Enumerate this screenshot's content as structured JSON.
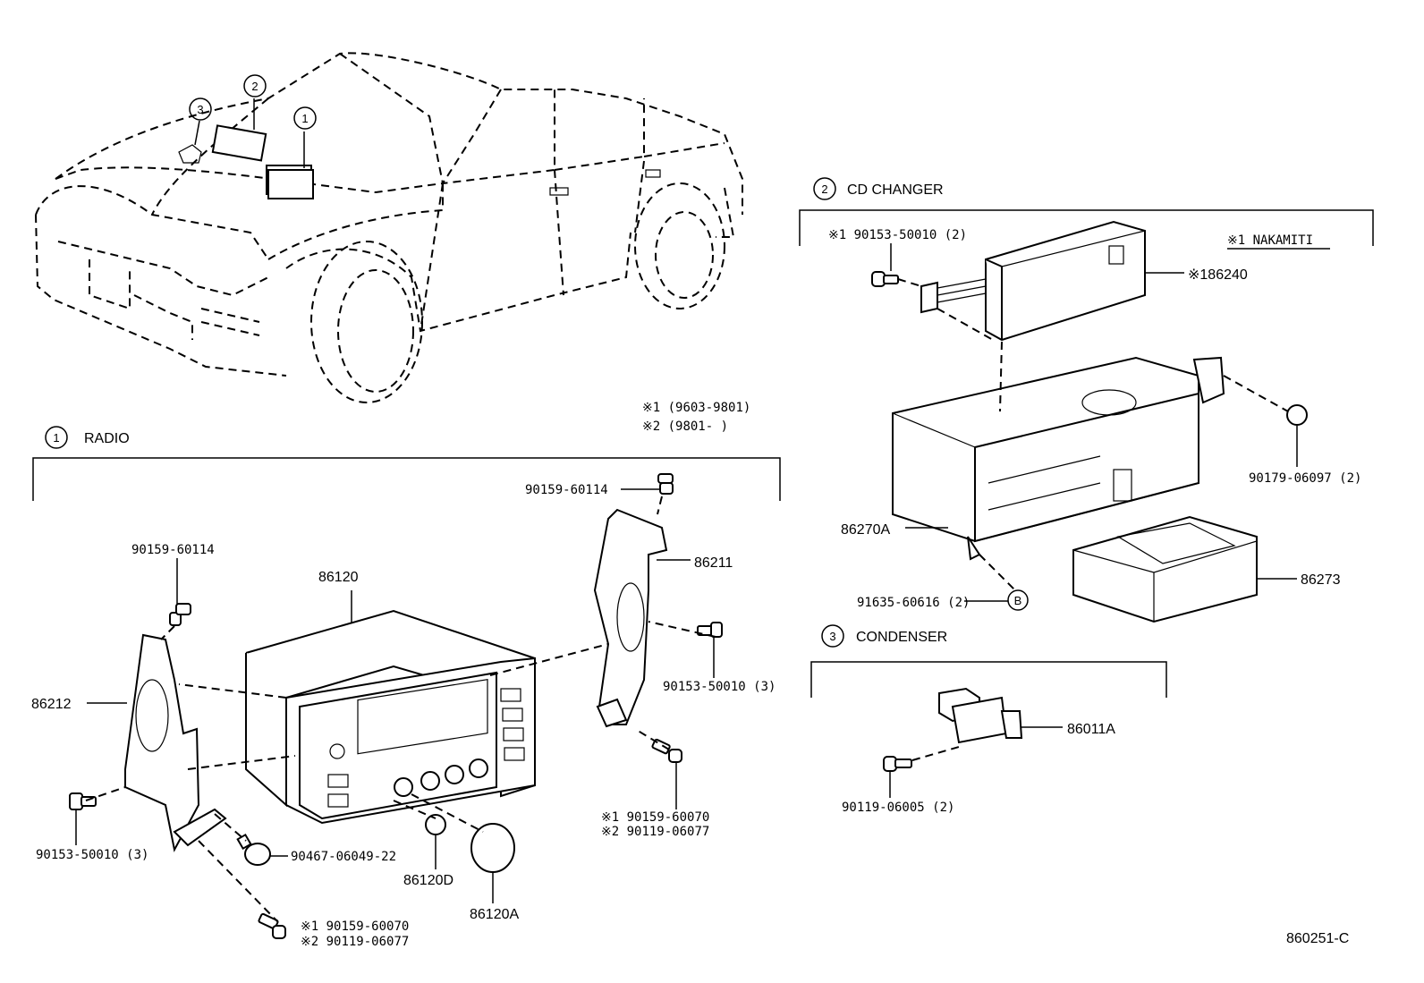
{
  "car": {
    "callouts": [
      "1",
      "2",
      "3"
    ]
  },
  "radio": {
    "number": "1",
    "title": "RADIO",
    "notes": [
      "※1 (9603-9801)",
      "※2 (9801-      )"
    ],
    "labels": {
      "bolt_top_right": "90159-60114",
      "bolt_top_left": "90159-60114",
      "unit": "86120",
      "bracket_right": "86211",
      "bracket_left": "86212",
      "screw_right": "90153-50010 (3)",
      "screw_left": "90153-50010 (3)",
      "screw_right_bottom_1": "※1 90159-60070",
      "screw_right_bottom_2": "※2 90119-06077",
      "clip": "90467-06049-22",
      "knob_small": "86120D",
      "knob_large": "86120A",
      "screw_left_bottom_1": "※1  90159-60070",
      "screw_left_bottom_2": "※2  90119-06077"
    }
  },
  "cd_changer": {
    "number": "2",
    "title": "CD CHANGER",
    "note": "※1 NAKAMITI",
    "labels": {
      "screw_top": "※1 90153-50010 (2)",
      "module": "※186240",
      "changer": "86270A",
      "nut": "90179-06097 (2)",
      "bolt": "91635-60616 (2)",
      "ref_b": "B",
      "magazine": "86273"
    }
  },
  "condenser": {
    "number": "3",
    "title": "CONDENSER",
    "labels": {
      "condenser": "86011A",
      "screw": "90119-06005 (2)"
    }
  },
  "figure_code": "860251-C"
}
